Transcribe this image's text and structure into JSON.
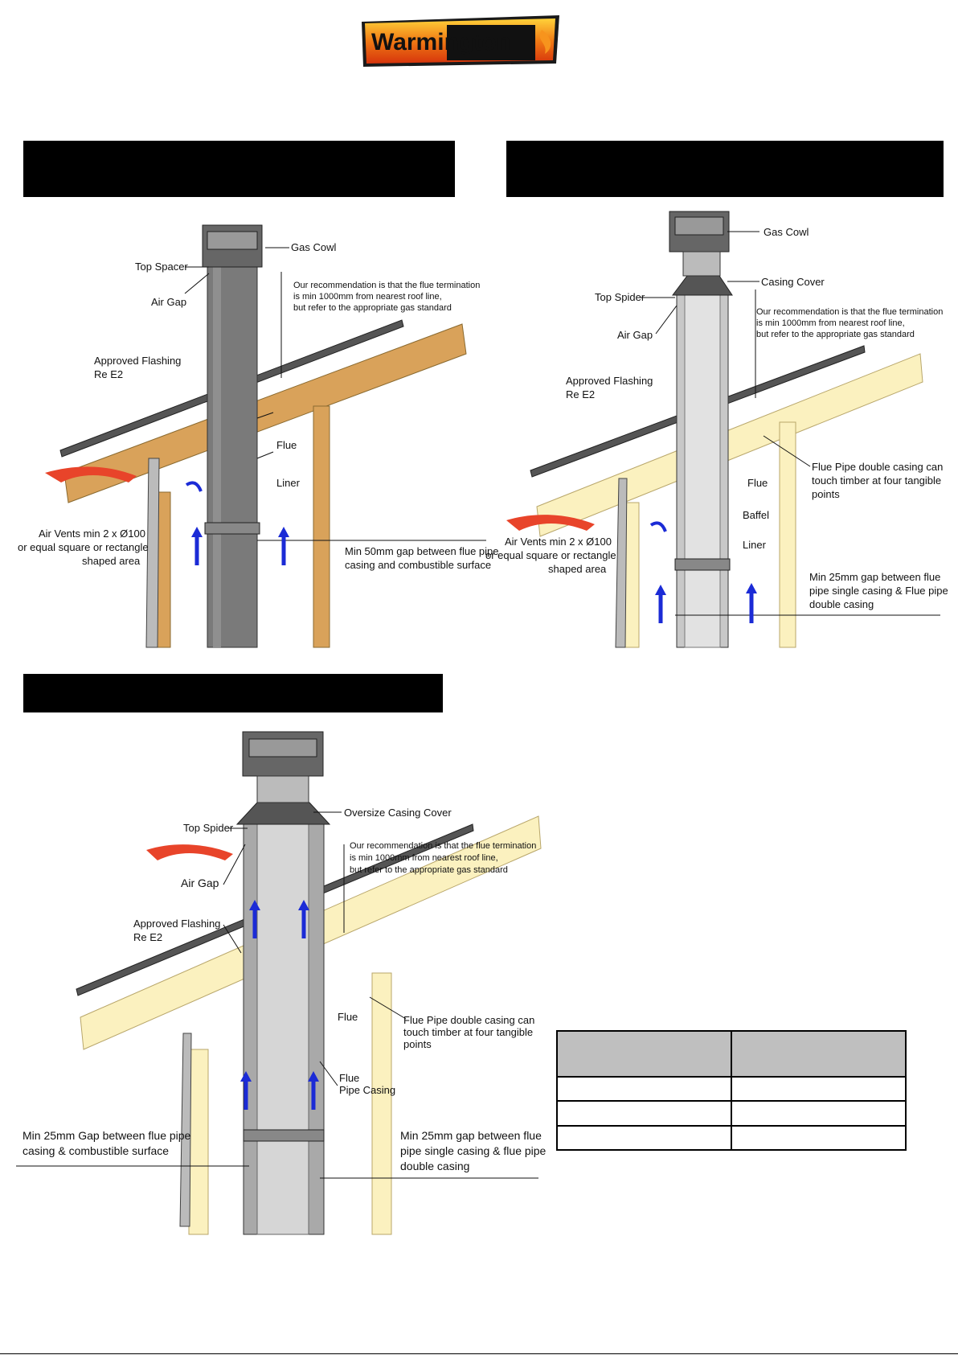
{
  "logo": {
    "text": "Warmington"
  },
  "colors": {
    "banner": "#000000",
    "timber_dark": "#d9a25a",
    "timber_light": "#fbf1bf",
    "flue": "#6f6f6f",
    "arrow_blue": "#1b2bd6",
    "arrow_red": "#e8442a"
  },
  "diagram1": {
    "gas_cowl": "Gas Cowl",
    "top_spacer": "Top Spacer",
    "air_gap": "Air Gap",
    "recommendation": [
      "Our recommendation is that the flue termination",
      "is min 1000mm from nearest roof line,",
      "but refer to the appropriate gas standard"
    ],
    "flashing": [
      "Approved Flashing",
      "Re E2"
    ],
    "flue": "Flue",
    "liner": "Liner",
    "air_vents": [
      "Air Vents min 2 x Ø100",
      "or equal square or rectangle",
      "shaped area"
    ],
    "gap": [
      "Min 50mm gap between flue pipe",
      "casing and combustible surface"
    ]
  },
  "diagram2": {
    "gas_cowl": "Gas Cowl",
    "casing_cover": "Casing Cover",
    "top_spider": "Top Spider",
    "air_gap": "Air Gap",
    "recommendation": [
      "Our recommendation is that the flue termination",
      "is min 1000mm from nearest roof line,",
      "but refer to the appropriate gas standard"
    ],
    "flashing": [
      "Approved Flashing",
      "Re E2"
    ],
    "double_casing": [
      "Flue Pipe double casing can",
      "touch timber at four tangible",
      "points"
    ],
    "flue": "Flue",
    "baffel": "Baffel",
    "liner": "Liner",
    "air_vents": [
      "Air Vents min 2 x Ø100",
      "or equal square or rectangle",
      "shaped area"
    ],
    "gap": [
      "Min 25mm gap between flue",
      "pipe single casing & Flue pipe",
      "double casing"
    ]
  },
  "diagram3": {
    "casing_cover": "Oversize Casing Cover",
    "top_spider": "Top Spider",
    "recommendation": [
      "Our recommendation is that the flue termination",
      "is min 1000mm from nearest roof line,",
      "but refer to the appropriate gas standard"
    ],
    "air_gap": "Air Gap",
    "flashing": [
      "Approved Flashing",
      "Re E2"
    ],
    "flue": "Flue",
    "double_casing": [
      "Flue Pipe double casing can",
      "touch timber at four tangible",
      "points"
    ],
    "flue_pipe_casing": [
      "Flue",
      "Pipe Casing"
    ],
    "gap_left": [
      "Min 25mm Gap between flue pipe",
      "casing & combustible surface"
    ],
    "gap_right": [
      "Min 25mm gap between flue",
      "pipe single casing & flue pipe",
      "double casing"
    ]
  }
}
